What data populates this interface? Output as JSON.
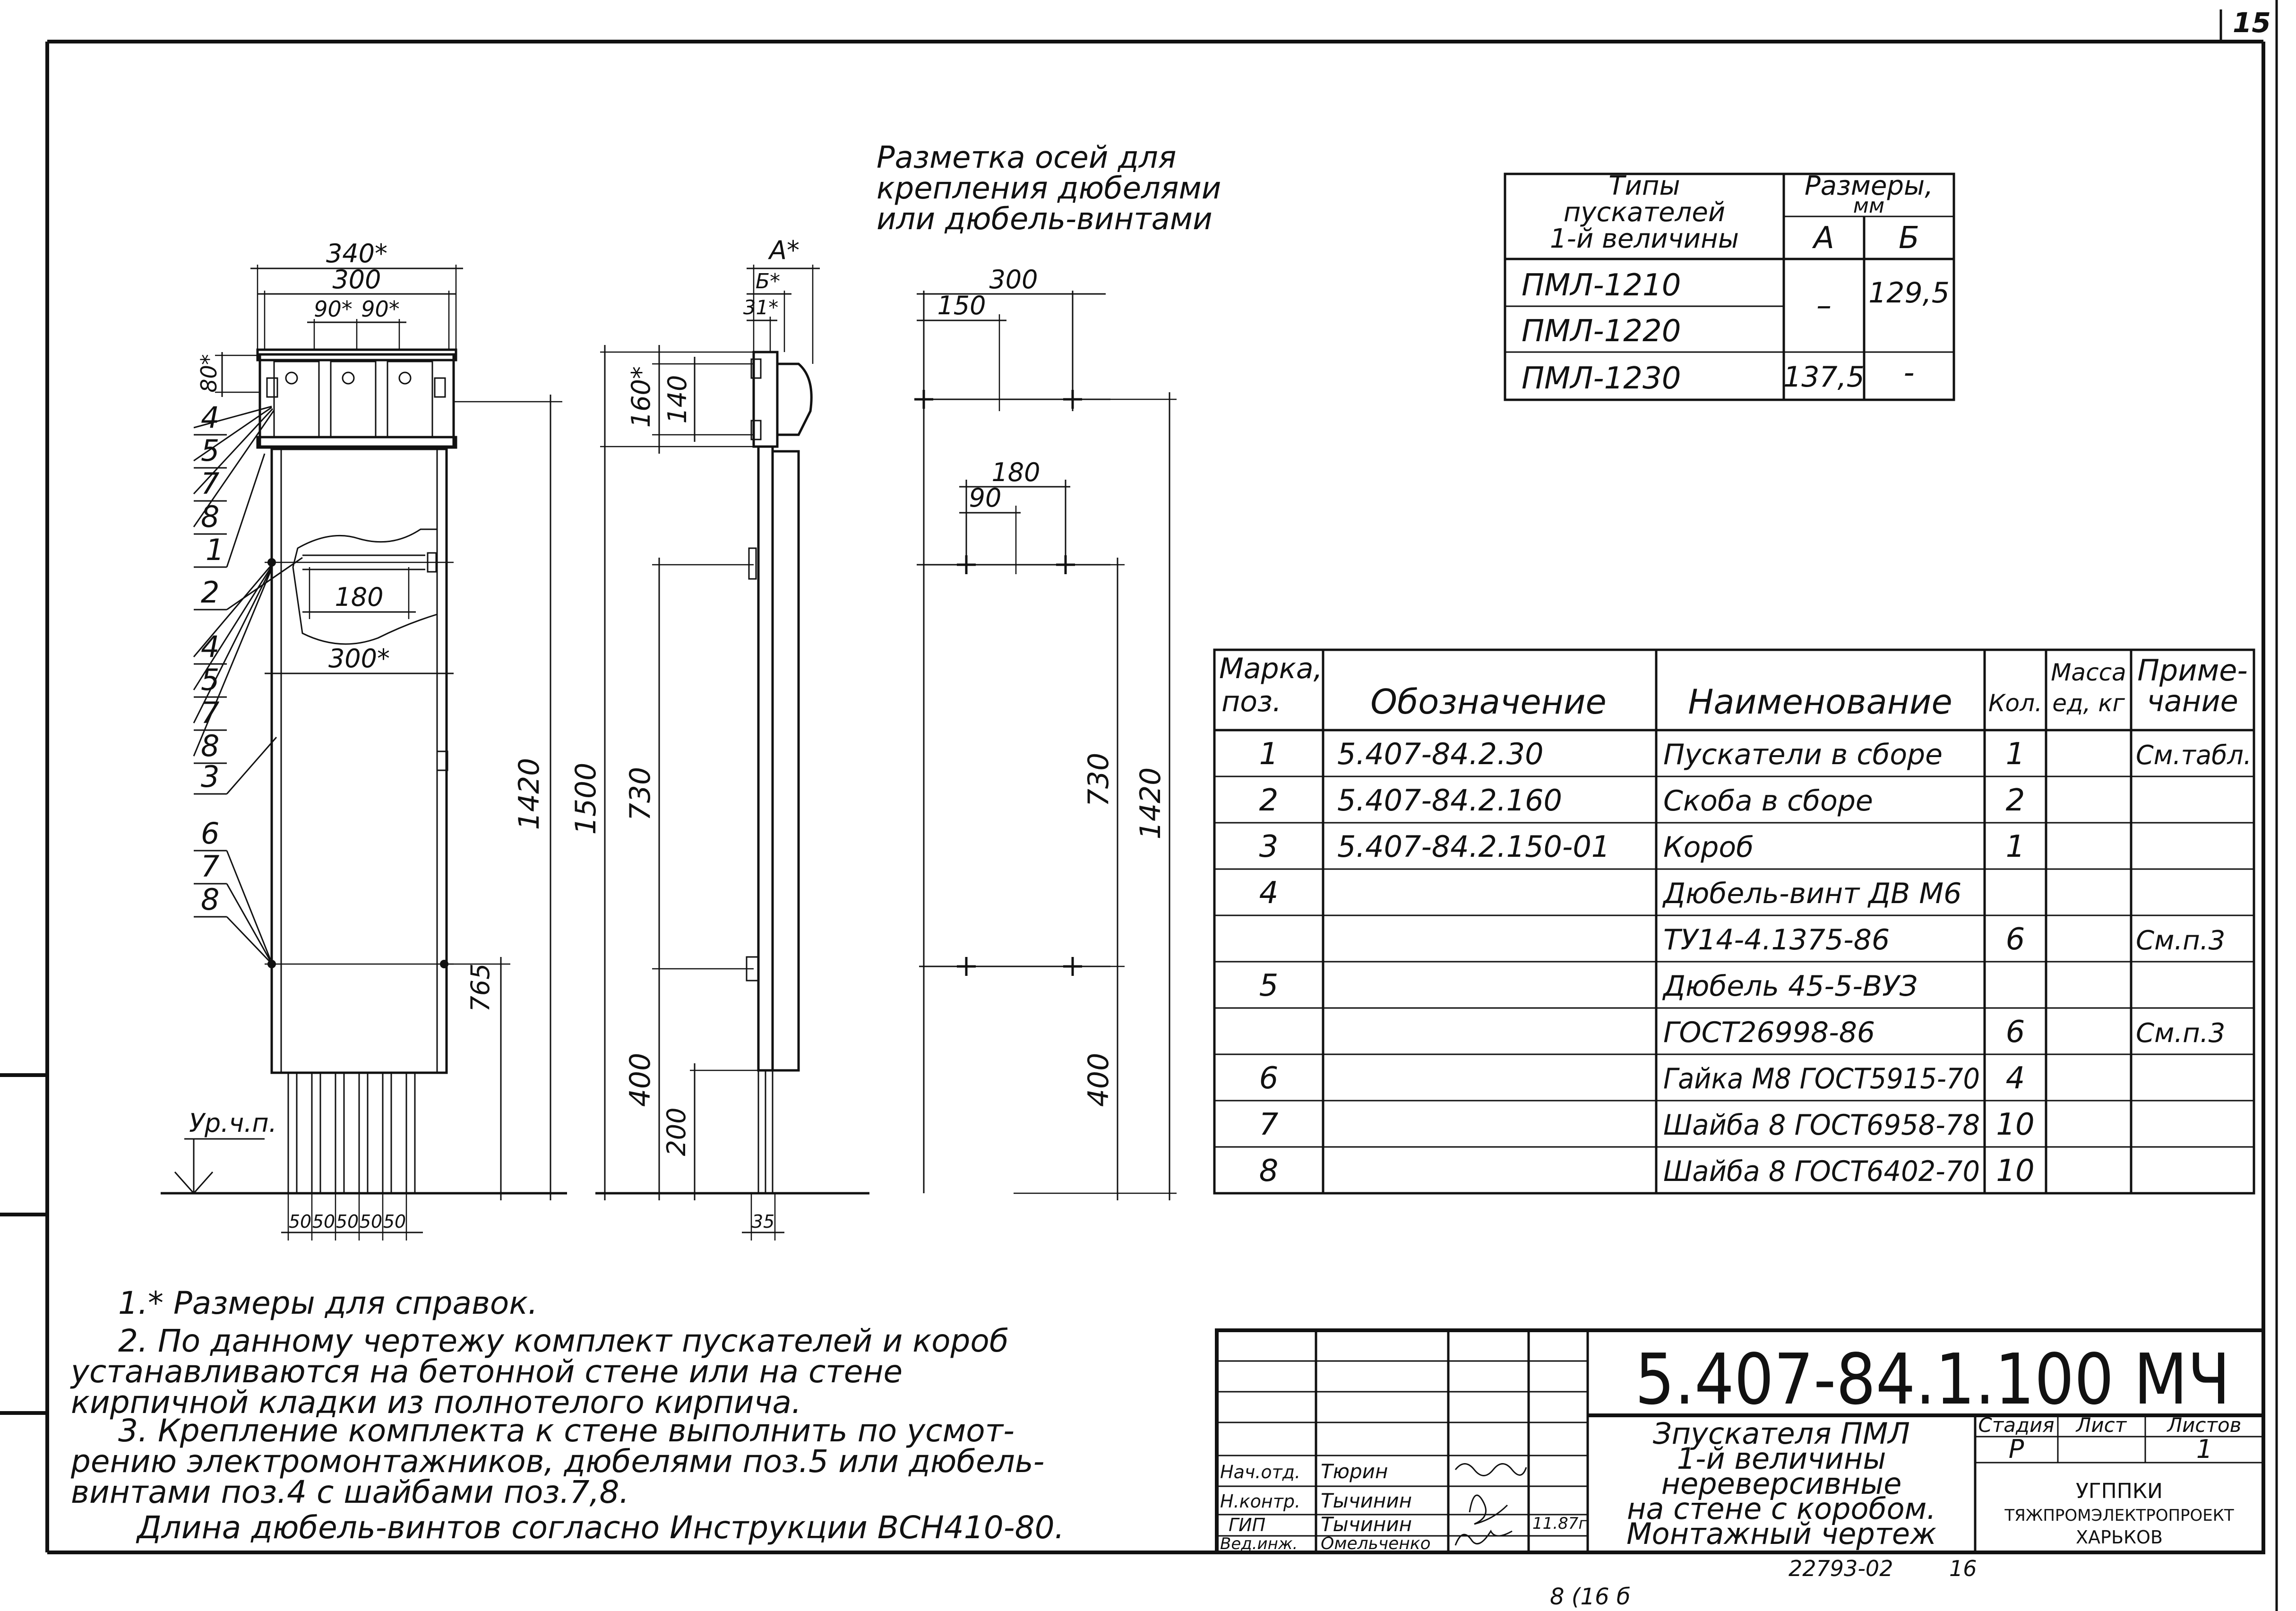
{
  "sheet": {
    "page_corner": "15",
    "footer_code": "22793-02",
    "footer_page": "16",
    "bottom_scribble": "8 (16 б"
  },
  "header": {
    "line1": "Разметка осей для",
    "line2": "крепления дюбелями",
    "line3": "или дюбель-винтами"
  },
  "size_table": {
    "h_types": [
      "Типы",
      "пускателей",
      "1-й величины"
    ],
    "h_sizes": [
      "Размеры,",
      "мм"
    ],
    "col_a": "А",
    "col_b": "Б",
    "rows": [
      {
        "type": "ПМЛ-1210"
      },
      {
        "type": "ПМЛ-1220"
      },
      {
        "type": "ПМЛ-1230"
      }
    ],
    "a_1210_1220": "–",
    "b_1210_1220": "129,5",
    "a_1230": "137,5",
    "b_1230": "-"
  },
  "spec_table": {
    "h_mark": [
      "Марка,",
      "поз."
    ],
    "h_designation": "Обозначение",
    "h_name": "Наименование",
    "h_qty": "Кол.",
    "h_mass": [
      "Масса",
      "ед, кг"
    ],
    "h_note": [
      "Приме-",
      "чание"
    ],
    "rows": [
      {
        "mark": "1",
        "designation": "5.407-84.2.30",
        "name": "Пускатели в сборе",
        "qty": "1",
        "note": "См.табл."
      },
      {
        "mark": "2",
        "designation": "5.407-84.2.160",
        "name": "Скоба в сборе",
        "qty": "2",
        "note": ""
      },
      {
        "mark": "3",
        "designation": "5.407-84.2.150-01",
        "name": "Короб",
        "qty": "1",
        "note": ""
      },
      {
        "mark": "4",
        "designation": "",
        "name": "Дюбель-винт ДВ М6",
        "qty": "",
        "note": ""
      },
      {
        "mark": "",
        "designation": "",
        "name": "ТУ14-4.1375-86",
        "qty": "6",
        "note": "См.п.3"
      },
      {
        "mark": "5",
        "designation": "",
        "name": "Дюбель 45-5-ВУЗ",
        "qty": "",
        "note": ""
      },
      {
        "mark": "",
        "designation": "",
        "name": "ГОСТ26998-86",
        "qty": "6",
        "note": "См.п.3"
      },
      {
        "mark": "6",
        "designation": "",
        "name": "Гайка М8 ГОСТ5915-70",
        "qty": "4",
        "note": ""
      },
      {
        "mark": "7",
        "designation": "",
        "name": "Шайба 8 ГОСТ6958-78",
        "qty": "10",
        "note": ""
      },
      {
        "mark": "8",
        "designation": "",
        "name": "Шайба 8 ГОСТ6402-70",
        "qty": "10",
        "note": ""
      }
    ]
  },
  "front_view": {
    "dim_340": "340*",
    "dim_300": "300",
    "dim_90a": "90*",
    "dim_90b": "90*",
    "dim_80": "80*",
    "dim_180": "180",
    "dim_300b": "300*",
    "dim_1420": "1420",
    "dim_765": "765",
    "dim_50": [
      "50",
      "50",
      "50",
      "50",
      "50"
    ],
    "floor_label": "Ур.ч.п.",
    "leaders": [
      "4",
      "5",
      "7",
      "8",
      "1",
      "2",
      "4",
      "5",
      "7",
      "8",
      "3",
      "6",
      "7",
      "8"
    ]
  },
  "side_view": {
    "dim_a": "А*",
    "dim_b": "Б*",
    "dim_31": "31*",
    "dim_160": "160*",
    "dim_140": "140",
    "dim_1500": "1500",
    "dim_730": "730",
    "dim_400": "400",
    "dim_200": "200",
    "dim_35": "35"
  },
  "axis_view": {
    "dim_300": "300",
    "dim_150": "150",
    "dim_180": "180",
    "dim_90": "90",
    "dim_730": "730",
    "dim_1420": "1420",
    "dim_400": "400"
  },
  "notes": [
    "1.* Размеры для справок.",
    "2. По данному чертежу комплект пускателей и короб",
    "устанавливаются на бетонной стене или на стене",
    "кирпичной кладки из полнотелого кирпича.",
    "3. Крепление комплекта к стене выполнить по усмот-",
    "рению электромонтажников, дюбелями поз.5 или дюбель-",
    "винтами поз.4 с шайбами поз.7,8.",
    "Длина дюбель-винтов согласно Инструкции ВСН410-80."
  ],
  "title_block": {
    "doc_code": "5.407-84.1.100 МЧ",
    "title_lines": [
      "Зпускателя ПМЛ",
      "1-й величины",
      "нереверсивные",
      "на стене с коробом.",
      "Монтажный чертеж"
    ],
    "stage_label": "Стадия",
    "sheet_label": "Лист",
    "sheets_label": "Листов",
    "stage": "Р",
    "sheets_total": "1",
    "org_lines": [
      "УГППКИ",
      "ТЯЖПРОМЭЛЕКТРОПРОЕКТ",
      "ХАРЬКОВ"
    ],
    "roles": [
      {
        "role": "Нач.отд.",
        "name": "Тюрин",
        "date": ""
      },
      {
        "role": "Н.контр.",
        "name": "Тычинин",
        "date": ""
      },
      {
        "role": "ГИП",
        "name": "Тычинин",
        "date": "11.87г"
      },
      {
        "role": "Вед.инж.",
        "name": "Омельченко",
        "date": ""
      }
    ]
  }
}
